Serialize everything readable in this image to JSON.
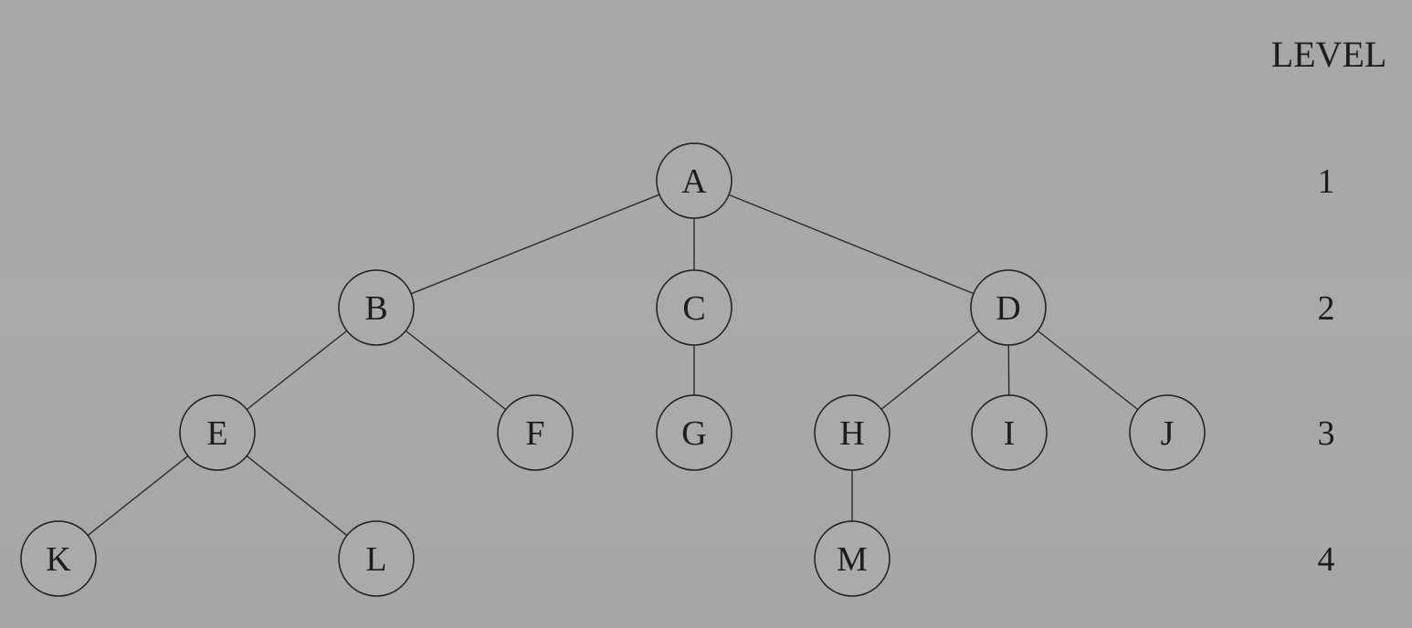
{
  "level_header": "LEVEL",
  "nodes": [
    {
      "id": "A",
      "label": "A",
      "level": 1
    },
    {
      "id": "B",
      "label": "B",
      "level": 2
    },
    {
      "id": "C",
      "label": "C",
      "level": 2
    },
    {
      "id": "D",
      "label": "D",
      "level": 2
    },
    {
      "id": "E",
      "label": "E",
      "level": 3
    },
    {
      "id": "F",
      "label": "F",
      "level": 3
    },
    {
      "id": "G",
      "label": "G",
      "level": 3
    },
    {
      "id": "H",
      "label": "H",
      "level": 3
    },
    {
      "id": "I",
      "label": "I",
      "level": 3
    },
    {
      "id": "J",
      "label": "J",
      "level": 3
    },
    {
      "id": "K",
      "label": "K",
      "level": 4
    },
    {
      "id": "L",
      "label": "L",
      "level": 4
    },
    {
      "id": "M",
      "label": "M",
      "level": 4
    }
  ],
  "edges": [
    [
      "A",
      "B"
    ],
    [
      "A",
      "C"
    ],
    [
      "A",
      "D"
    ],
    [
      "B",
      "E"
    ],
    [
      "B",
      "F"
    ],
    [
      "C",
      "G"
    ],
    [
      "D",
      "H"
    ],
    [
      "D",
      "I"
    ],
    [
      "D",
      "J"
    ],
    [
      "E",
      "K"
    ],
    [
      "E",
      "L"
    ],
    [
      "H",
      "M"
    ]
  ],
  "levels": [
    "1",
    "2",
    "3",
    "4"
  ]
}
